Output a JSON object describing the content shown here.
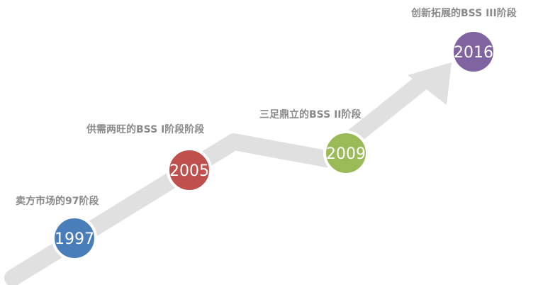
{
  "milestones": [
    {
      "year": "1997",
      "label": "卖方市场的97阶段",
      "color": "#4a7ebb"
    },
    {
      "year": "2005",
      "label": "供需两旺的BSS I阶段阶段",
      "color": "#c0504d"
    },
    {
      "year": "2009",
      "label": "三足鼎立的BSS II阶段",
      "color": "#9bbb59"
    },
    {
      "year": "2016",
      "label": "创新拓展的BSS III阶段",
      "color": "#8064a2"
    }
  ],
  "colors": {
    "arrow": "#e0e0e0",
    "circle_ring": "#ffffff",
    "label_text": "#8a8a8a"
  }
}
